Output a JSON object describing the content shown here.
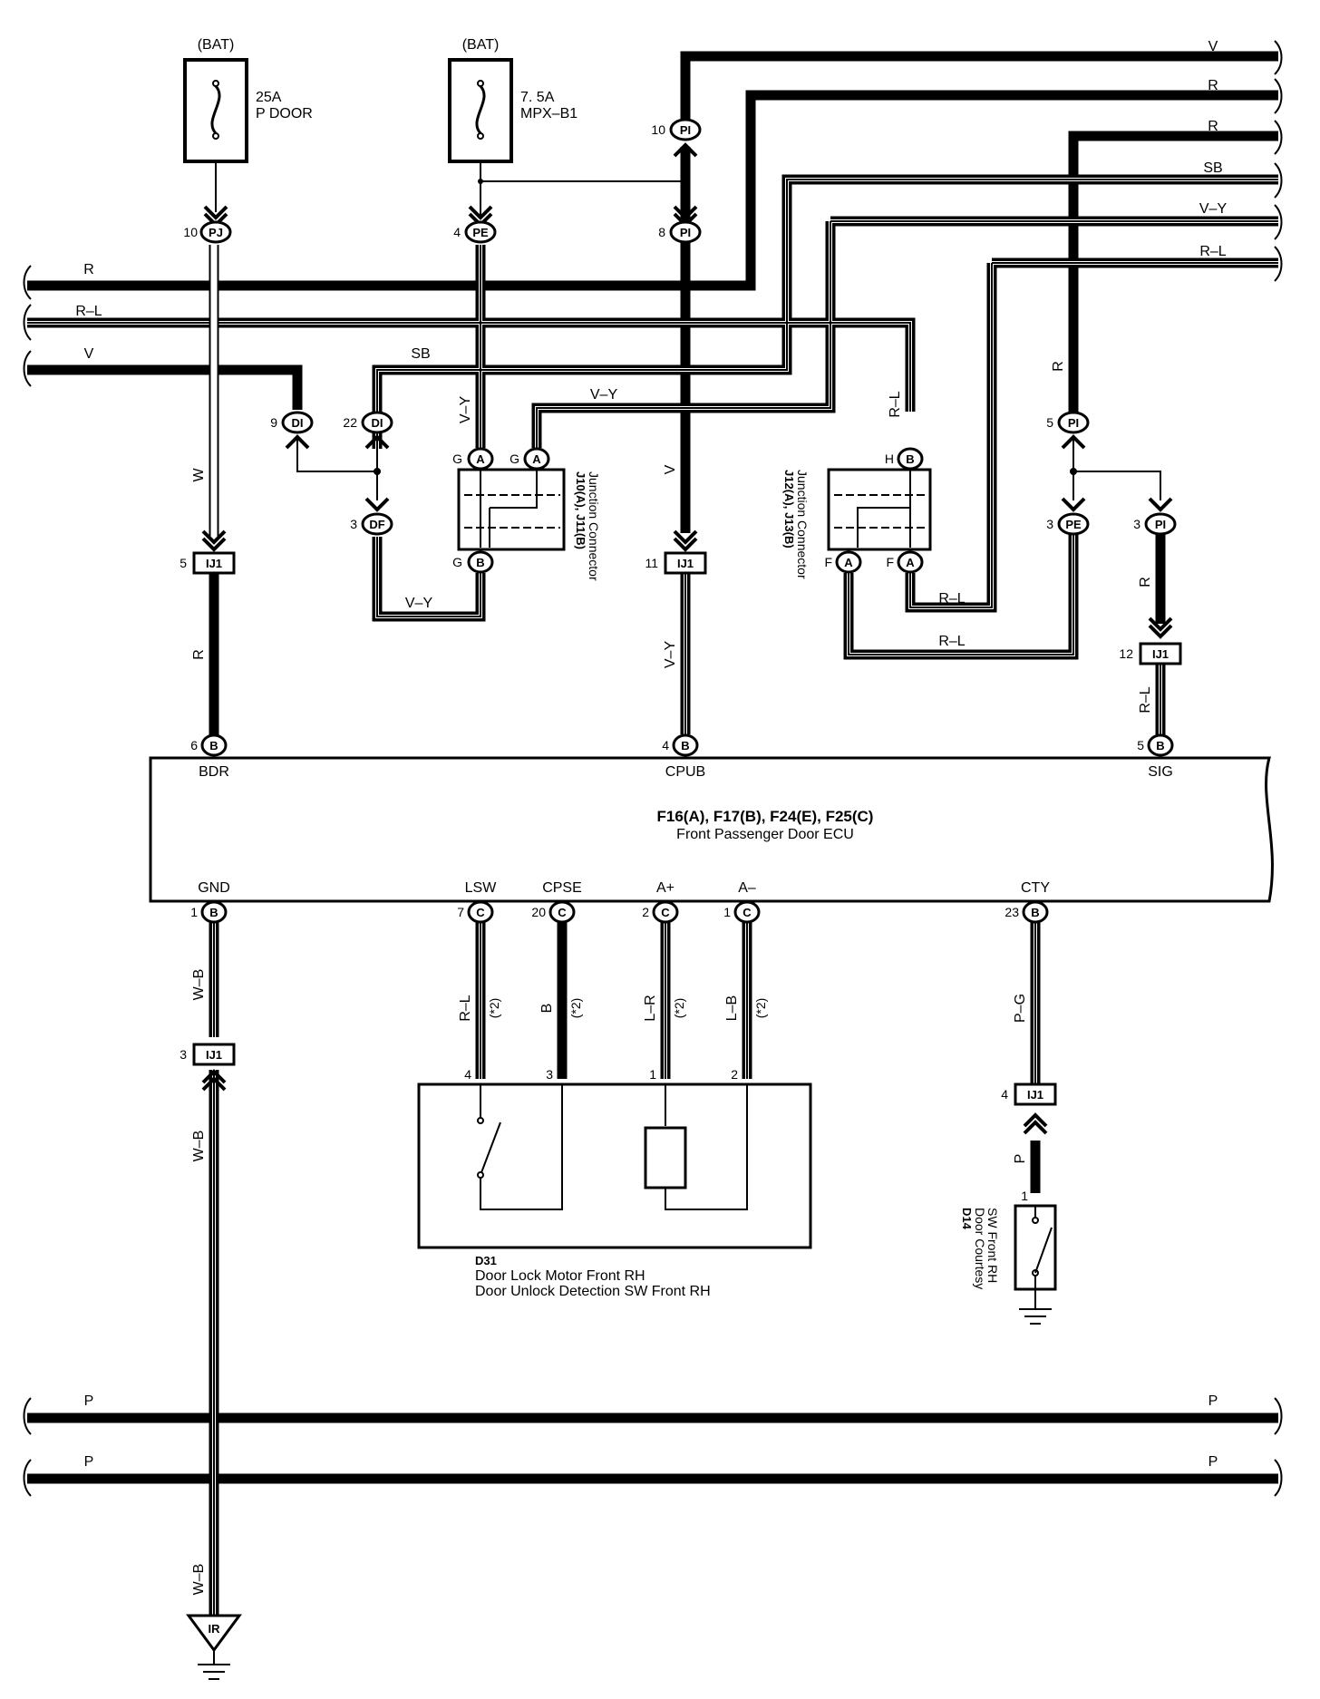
{
  "fuses": [
    {
      "source": "(BAT)",
      "rating": "25A",
      "name": "P DOOR"
    },
    {
      "source": "(BAT)",
      "rating": "7. 5A",
      "name": "MPX–B1"
    }
  ],
  "wire_colors": {
    "w_v": "V",
    "w_r": "R",
    "w_r2": "R",
    "w_sb": "SB",
    "w_vy": "V–Y",
    "w_rl": "R–L",
    "l_r": "R",
    "l_rl": "R–L",
    "l_v": "V",
    "l_sb": "SB",
    "l_vy1": "V–Y",
    "l_vy2": "V–Y",
    "w_w": "W",
    "w_bdr": "R",
    "w_vy_v": "V–Y",
    "w_v_v": "V",
    "w_vy_j": "V–Y",
    "w_rl_v": "R–L",
    "w_rl_a": "R–L",
    "w_rl_b": "R–L",
    "w_r_v": "R",
    "w_r_pi": "R",
    "w_rl_sig": "R–L",
    "w_wb1": "W–B",
    "w_wb2": "W–B",
    "w_wb3": "W–B",
    "w_lsw": "R–L",
    "w_cpse": "B",
    "w_ap": "L–R",
    "w_am": "L–B",
    "w_cty": "P–G",
    "w_p": "P",
    "bus_p1_l": "P",
    "bus_p1_r": "P",
    "bus_p2_l": "P",
    "bus_p2_r": "P"
  },
  "note_star2": "(*2)",
  "connectors": {
    "pj10": {
      "pin": "10",
      "code": "PJ"
    },
    "pe4": {
      "pin": "4",
      "code": "PE"
    },
    "pi10": {
      "pin": "10",
      "code": "PI"
    },
    "pi8": {
      "pin": "8",
      "code": "PI"
    },
    "di9": {
      "pin": "9",
      "code": "DI"
    },
    "di22": {
      "pin": "22",
      "code": "DI"
    },
    "df3": {
      "pin": "3",
      "code": "DF"
    },
    "pi5": {
      "pin": "5",
      "code": "PI"
    },
    "pe3": {
      "pin": "3",
      "code": "PE"
    },
    "pi3": {
      "pin": "3",
      "code": "PI"
    },
    "ij1_5": {
      "pin": "5",
      "code": "IJ1"
    },
    "ij1_11": {
      "pin": "11",
      "code": "IJ1"
    },
    "ij1_12": {
      "pin": "12",
      "code": "IJ1"
    },
    "ij1_3": {
      "pin": "3",
      "code": "IJ1"
    },
    "ij1_4": {
      "pin": "4",
      "code": "IJ1"
    },
    "ir": "IR"
  },
  "junction_j10": {
    "title": "J10(A), J11(B)",
    "subtitle": "Junction Connector",
    "pins": [
      "G",
      "A",
      "G",
      "A",
      "G",
      "B"
    ]
  },
  "junction_j12": {
    "title": "J12(A), J13(B)",
    "subtitle": "Junction Connector",
    "pins": [
      "H",
      "B",
      "F",
      "A",
      "F",
      "A"
    ]
  },
  "ecu": {
    "title": "F16(A), F17(B), F24(E), F25(C)",
    "name": "Front Passenger Door ECU",
    "top_terminals": [
      {
        "label": "BDR",
        "pin": "6",
        "code": "B"
      },
      {
        "label": "CPUB",
        "pin": "4",
        "code": "B"
      },
      {
        "label": "SIG",
        "pin": "5",
        "code": "B"
      }
    ],
    "bottom_terminals": [
      {
        "label": "GND",
        "pin": "1",
        "code": "B"
      },
      {
        "label": "LSW",
        "pin": "7",
        "code": "C"
      },
      {
        "label": "CPSE",
        "pin": "20",
        "code": "C"
      },
      {
        "label": "A+",
        "pin": "2",
        "code": "C"
      },
      {
        "label": "A–",
        "pin": "1",
        "code": "C"
      },
      {
        "label": "CTY",
        "pin": "23",
        "code": "B"
      }
    ]
  },
  "d31": {
    "code": "D31",
    "line1": "Door Lock Motor Front RH",
    "line2": "Door Unlock Detection SW Front RH",
    "pins": [
      "4",
      "3",
      "1",
      "2"
    ]
  },
  "d14": {
    "code": "D14",
    "line1": "Door Courtesy",
    "line2": "SW Front RH",
    "pin": "1"
  }
}
